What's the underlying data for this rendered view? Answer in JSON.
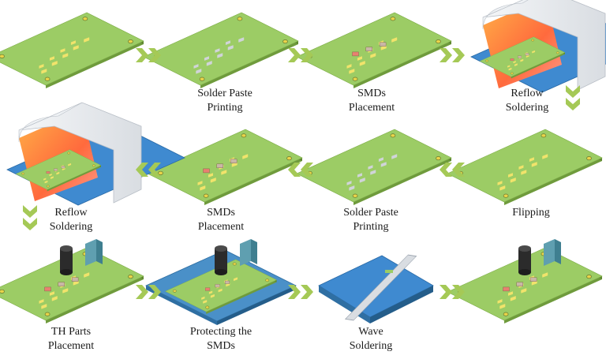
{
  "title": "",
  "steps": [
    {
      "id": "start",
      "label": ""
    },
    {
      "id": "solder-paste-1",
      "label": "Solder Paste\nPrinting"
    },
    {
      "id": "smds-placement-1",
      "label": "SMDs\nPlacement"
    },
    {
      "id": "reflow-1",
      "label": "Reflow\nSoldering"
    },
    {
      "id": "flipping",
      "label": "Flipping"
    },
    {
      "id": "solder-paste-2",
      "label": "Solder Paste\nPrinting"
    },
    {
      "id": "smds-placement-2",
      "label": "SMDs\nPlacement"
    },
    {
      "id": "reflow-2",
      "label": "Reflow\nSoldering"
    },
    {
      "id": "th-parts",
      "label": "TH Parts\nPlacement"
    },
    {
      "id": "protecting",
      "label": "Protecting the\nSMDs"
    },
    {
      "id": "wave",
      "label": "Wave\nSoldering"
    },
    {
      "id": "final",
      "label": ""
    }
  ],
  "colors": {
    "board_top": "#9ccc65",
    "board_side": "#6f9b3c",
    "arrow": "#a5c956",
    "pad": "#f1e36b",
    "paste": "#d0d4d8",
    "smd": "#e88070",
    "oven_hot": "#ff6a3d",
    "mask": "#4a90c8"
  }
}
